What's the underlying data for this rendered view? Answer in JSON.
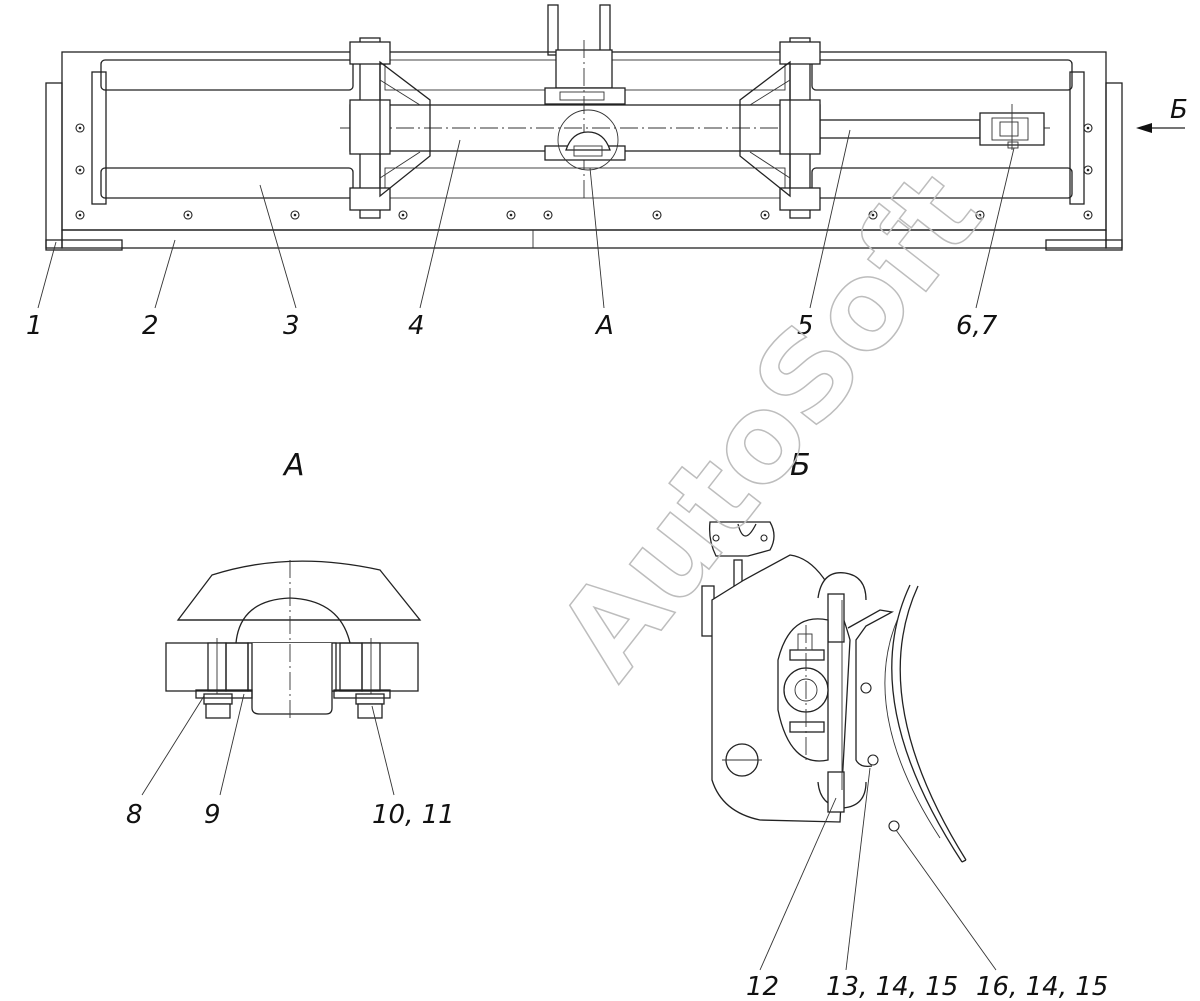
{
  "drawing": {
    "callouts_main": [
      {
        "id": "1",
        "text": "1"
      },
      {
        "id": "2",
        "text": "2"
      },
      {
        "id": "3",
        "text": "3"
      },
      {
        "id": "4",
        "text": "4"
      },
      {
        "id": "A",
        "text": "A"
      },
      {
        "id": "5",
        "text": "5"
      },
      {
        "id": "67",
        "text": "6,7"
      }
    ],
    "view_arrow_label": "Б",
    "section_a": {
      "title": "A",
      "callouts": [
        {
          "id": "8",
          "text": "8"
        },
        {
          "id": "9",
          "text": "9"
        },
        {
          "id": "1011",
          "text": "10, 11"
        }
      ]
    },
    "view_b": {
      "title": "Б",
      "callouts": [
        {
          "id": "12",
          "text": "12"
        },
        {
          "id": "131415",
          "text": "13, 14, 15"
        },
        {
          "id": "161415",
          "text": "16, 14, 15"
        }
      ]
    },
    "watermark": "AutoSoft"
  }
}
